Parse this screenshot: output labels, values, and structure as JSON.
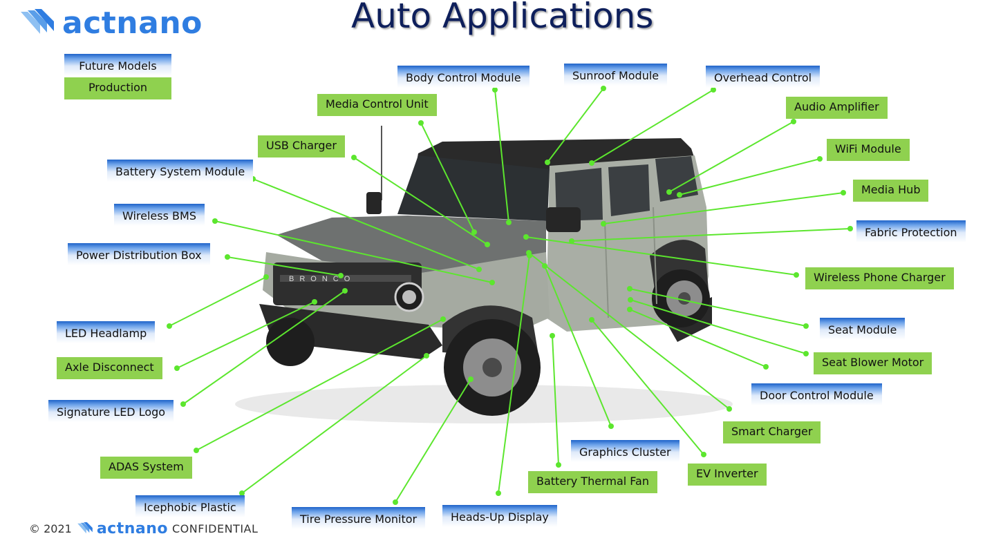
{
  "brand": {
    "name": "actnano",
    "color": "#2f7de1"
  },
  "title": "Auto Applications",
  "legend": [
    {
      "label": "Future Models",
      "status": "future"
    },
    {
      "label": "Production",
      "status": "production"
    }
  ],
  "colors": {
    "connector": "#5ce62e",
    "production": "#8fd14f",
    "future_accent": "#1f63c9",
    "title": "#0e1f5b"
  },
  "applications": [
    {
      "label": "Body Control Module",
      "status": "future"
    },
    {
      "label": "Sunroof Module",
      "status": "future"
    },
    {
      "label": "Overhead Control",
      "status": "future"
    },
    {
      "label": "Media Control Unit",
      "status": "production"
    },
    {
      "label": "Audio Amplifier",
      "status": "production"
    },
    {
      "label": "USB Charger",
      "status": "production"
    },
    {
      "label": "WiFi Module",
      "status": "production"
    },
    {
      "label": "Battery System Module",
      "status": "future"
    },
    {
      "label": "Media Hub",
      "status": "production"
    },
    {
      "label": "Wireless BMS",
      "status": "future"
    },
    {
      "label": "Fabric Protection",
      "status": "future"
    },
    {
      "label": "Power Distribution Box",
      "status": "future"
    },
    {
      "label": "Wireless Phone Charger",
      "status": "production"
    },
    {
      "label": "Seat Module",
      "status": "future"
    },
    {
      "label": "LED Headlamp",
      "status": "future"
    },
    {
      "label": "Seat Blower Motor",
      "status": "production"
    },
    {
      "label": "Axle Disconnect",
      "status": "production"
    },
    {
      "label": "Door Control Module",
      "status": "future"
    },
    {
      "label": "Signature LED Logo",
      "status": "future"
    },
    {
      "label": "Smart Charger",
      "status": "production"
    },
    {
      "label": "Graphics Cluster",
      "status": "future"
    },
    {
      "label": "ADAS System",
      "status": "production"
    },
    {
      "label": "EV Inverter",
      "status": "production"
    },
    {
      "label": "Battery Thermal Fan",
      "status": "production"
    },
    {
      "label": "Icephobic Plastic",
      "status": "future"
    },
    {
      "label": "Tire Pressure Monitor",
      "status": "future"
    },
    {
      "label": "Heads-Up Display",
      "status": "future"
    }
  ],
  "footer": {
    "copyright": "© 2021",
    "brand": "actnano",
    "confidential": "CONFIDENTIAL"
  }
}
